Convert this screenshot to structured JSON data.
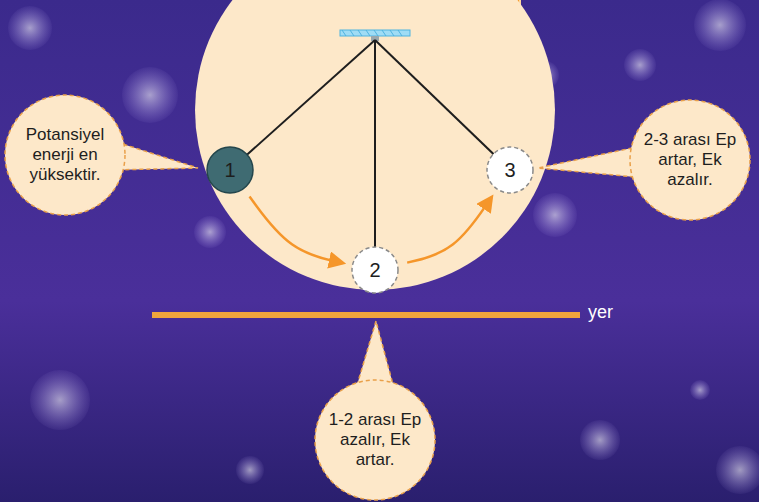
{
  "diagram": {
    "nodes": [
      {
        "text": [
          "Potansiyel enerji en yüksektir."
        ]
      },
      {
        "text": [
          "1"
        ]
      },
      {
        "text": [
          "3"
        ]
      },
      {
        "text": [
          "2-3 arası Ep artar, Ek azalır."
        ]
      },
      {
        "text": [
          "2"
        ]
      },
      {
        "text": [
          "1-2 arası Ep azalır, Ek artar."
        ]
      }
    ],
    "edges": [
      {
        "from": 1,
        "to": 4,
        "arrow": "to"
      },
      {
        "from": 4,
        "to": 2,
        "arrow": "to"
      }
    ],
    "labels": [
      "yer"
    ]
  }
}
